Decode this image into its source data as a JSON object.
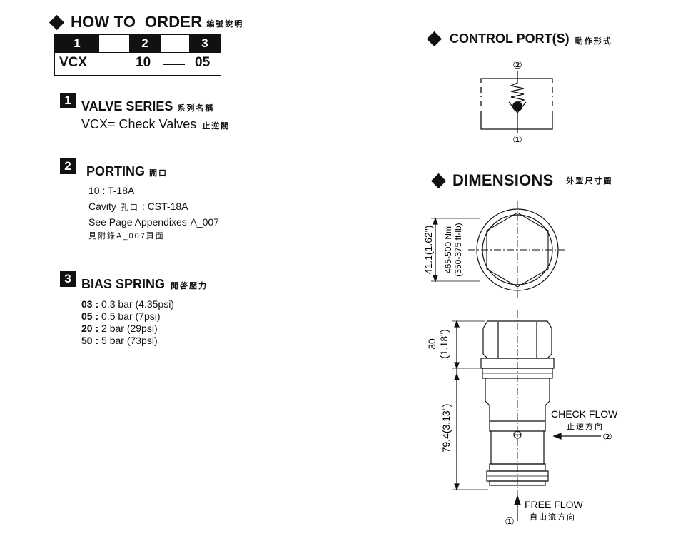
{
  "how_to_order": {
    "title": "HOW TO  ORDER",
    "title_cjk": "編號說明",
    "columns": [
      "1",
      "2",
      "3"
    ],
    "values": [
      "VCX",
      "10",
      "05"
    ]
  },
  "valve_series": {
    "num": "1",
    "title": "VALVE SERIES",
    "title_cjk": "系列名稱",
    "desc": "VCX= Check Valves",
    "desc_cjk": "止逆閥"
  },
  "porting": {
    "num": "2",
    "title": "PORTING",
    "title_cjk": "閥口",
    "line1": "10 : T-18A",
    "line2_label": "Cavity",
    "line2_cjk": "孔口",
    "line2_value": ": CST-18A",
    "line3": "See Page Appendixes-A_007",
    "line4": "見附錄A_007頁面"
  },
  "bias_spring": {
    "num": "3",
    "title": "BIAS SPRING",
    "title_cjk": "開啓壓力",
    "options": [
      {
        "code": "03 :",
        "desc": "0.3 bar (4.35psi)"
      },
      {
        "code": "05 :",
        "desc": "0.5 bar (7psi)"
      },
      {
        "code": "20 :",
        "desc": "2 bar (29psi)"
      },
      {
        "code": "50 :",
        "desc": "5 bar (73psi)"
      }
    ]
  },
  "control_ports": {
    "title": "CONTROL PORT(S)",
    "title_cjk": "動作形式",
    "port_top": "②",
    "port_bottom": "①"
  },
  "dimensions": {
    "title": "DIMENSIONS",
    "title_cjk": "外型尺寸圖",
    "hex_height": "41.1(1.62\")",
    "torque_nm": "465-500 Nm",
    "torque_ftlb": "(350-375 ft-lb)",
    "cap_height_mm": "30",
    "cap_height_in": "(1.18\")",
    "body_length": "79.4(3.13\")",
    "check_flow": "CHECK FLOW",
    "check_flow_cjk": "止逆方向",
    "check_port": "②",
    "free_flow": "FREE FLOW",
    "free_flow_cjk": "自由流方向",
    "free_port": "①"
  }
}
